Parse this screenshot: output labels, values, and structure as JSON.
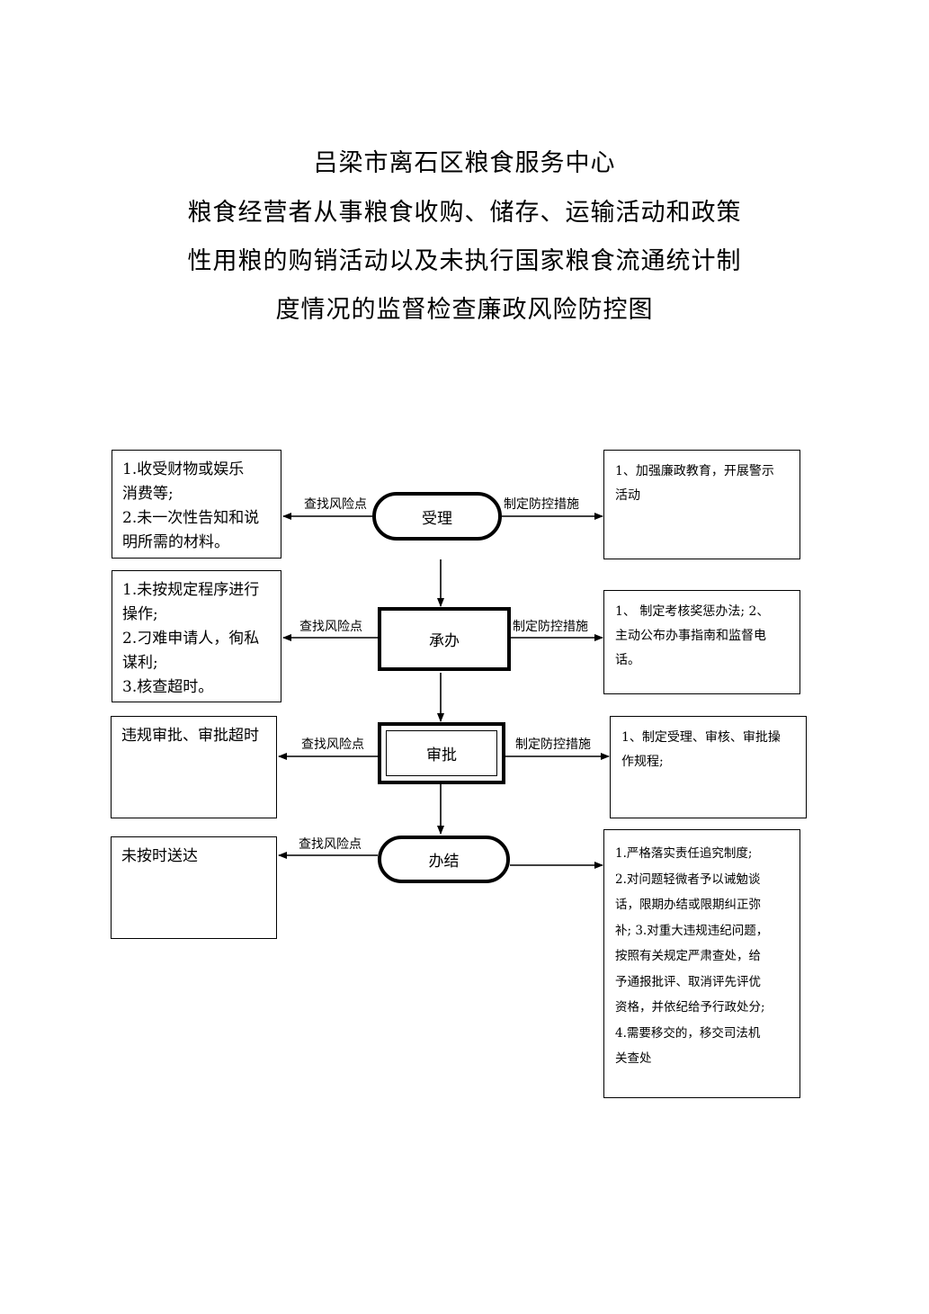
{
  "title_lines": [
    "吕梁市离石区粮食服务中心",
    "粮食经营者从事粮食收购、储存、运输活动和政策",
    "性用粮的购销活动以及未执行国家粮食流通统计制",
    "度情况的监督检查廉政风险防控图"
  ],
  "steps": [
    {
      "name": "受理",
      "left_label": "查找风险点",
      "right_label": "制定防控措施",
      "risks": [
        "1.收受财物或娱乐",
        "消费等;",
        "2.未一次性告知和说",
        "明所需的材料。"
      ],
      "measures": [
        "1、加强廉政教育，开展警示",
        "活动"
      ]
    },
    {
      "name": "承办",
      "left_label": "查找风险点",
      "right_label": "制定防控措施",
      "risks": [
        "1.未按规定程序进行",
        "操作;",
        "2.刁难申请人，徇私",
        "谋利;",
        "3.核查超时。"
      ],
      "measures": [
        "1、 制定考核奖惩办法; 2、",
        "主动公布办事指南和监督电",
        "话。"
      ]
    },
    {
      "name": "审批",
      "left_label": "查找风险点",
      "right_label": "制定防控措施",
      "risks": [
        "违规审批、审批超时"
      ],
      "measures": [
        "1、制定受理、审核、审批操",
        "作规程;"
      ]
    },
    {
      "name": "办结",
      "left_label": "查找风险点",
      "right_label": "",
      "risks": [
        "未按时送达"
      ],
      "measures": [
        "1.严格落实责任追究制度;",
        "2.对问题轻微者予以诫勉谈",
        "话，限期办结或限期纠正弥",
        "补; 3.对重大违规违纪问题，",
        "按照有关规定严肃查处，给",
        "予通报批评、取消评先评优",
        "资格，并依纪给予行政处分;",
        "4.需要移交的，移交司法机",
        "关查处"
      ]
    }
  ]
}
